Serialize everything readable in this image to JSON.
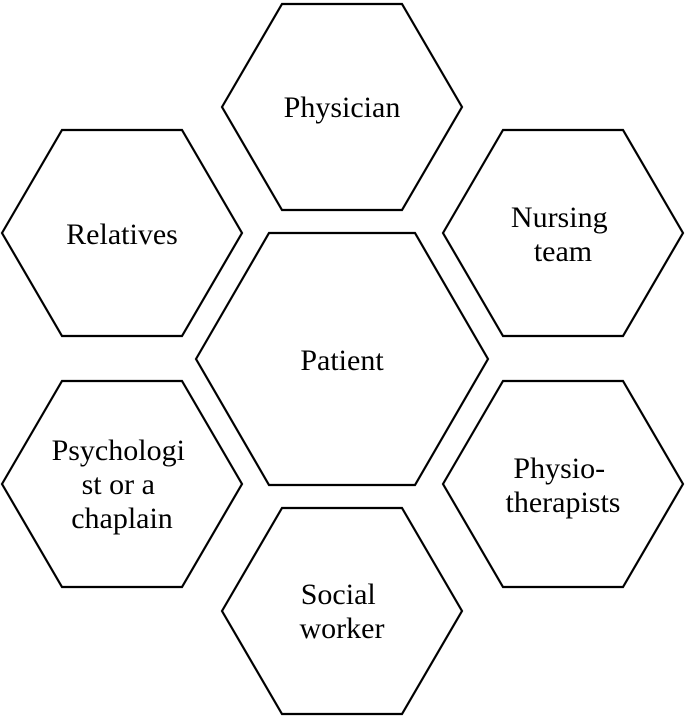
{
  "diagram": {
    "nodes": [
      {
        "id": "physician",
        "lines": [
          "Physician"
        ]
      },
      {
        "id": "relatives",
        "lines": [
          "Relatives"
        ]
      },
      {
        "id": "nursing-team",
        "lines": [
          "Nursing",
          "team"
        ]
      },
      {
        "id": "patient",
        "lines": [
          "Patient"
        ]
      },
      {
        "id": "psychologist-or-chaplain",
        "lines": [
          "Psychologi",
          "st or a",
          "chaplain"
        ]
      },
      {
        "id": "physiotherapists",
        "lines": [
          "Physio-",
          "therapists"
        ]
      },
      {
        "id": "social-worker",
        "lines": [
          "Social",
          "worker"
        ]
      }
    ]
  }
}
